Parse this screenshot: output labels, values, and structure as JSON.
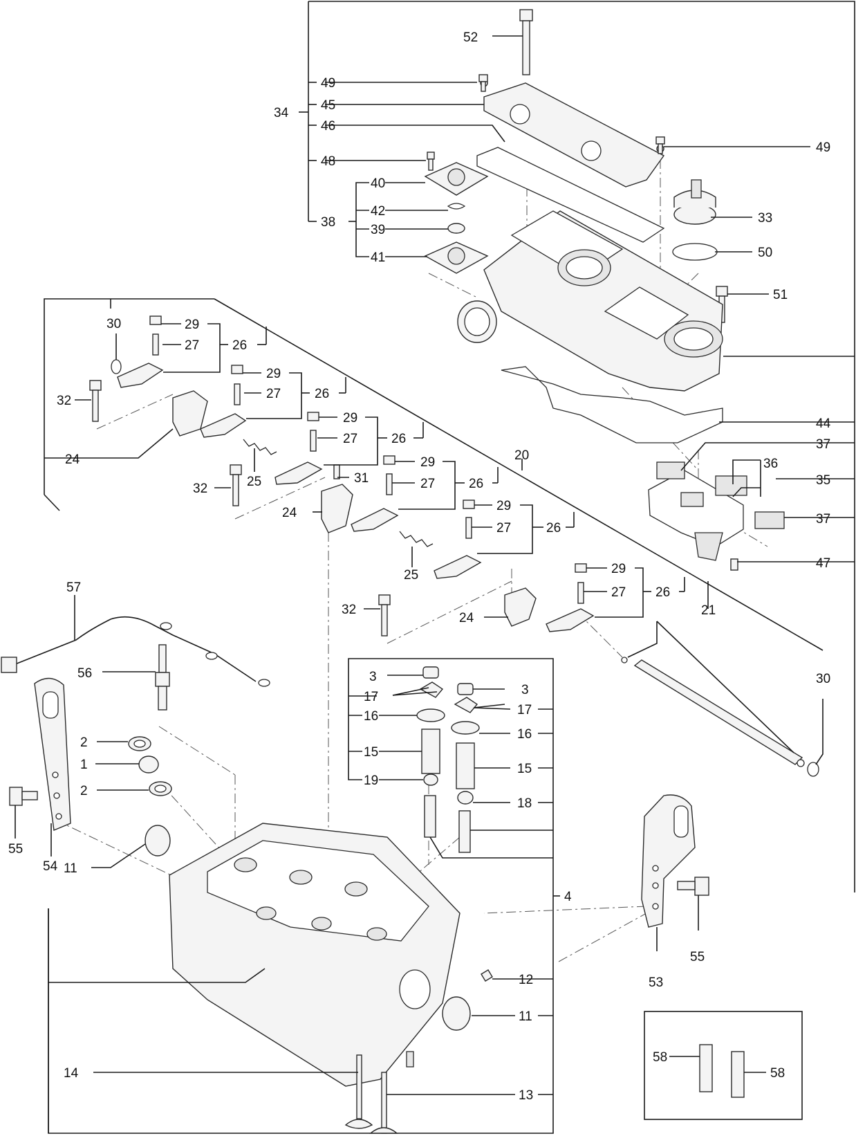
{
  "labels": {
    "l52": "52",
    "l49a": "49",
    "l45": "45",
    "l34": "34",
    "l46": "46",
    "l49b": "49",
    "l48": "48",
    "l40": "40",
    "l42": "42",
    "l38": "38",
    "l39": "39",
    "l41": "41",
    "l33": "33",
    "l50": "50",
    "l51": "51",
    "l30a": "30",
    "l29a": "29",
    "l27a": "27",
    "l26a": "26",
    "l32a": "32",
    "l29b": "29",
    "l27b": "27",
    "l26b": "26",
    "l24a": "24",
    "l29c": "29",
    "l27c": "27",
    "l26c": "26",
    "l31": "31",
    "l20": "20",
    "l32b": "32",
    "l25a": "25",
    "l24b": "24",
    "l29d": "29",
    "l27d": "27",
    "l26d": "26",
    "l29e": "29",
    "l27e": "27",
    "l26e": "26",
    "l25b": "25",
    "l44": "44",
    "l37a": "37",
    "l36": "36",
    "l35": "35",
    "l37b": "37",
    "l47": "47",
    "l57": "57",
    "l32c": "32",
    "l24c": "24",
    "l29f": "29",
    "l27f": "27",
    "l26f": "26",
    "l21": "21",
    "l30b": "30",
    "l56": "56",
    "l3a": "3",
    "l17a": "17",
    "l16a": "16",
    "l15a": "15",
    "l19": "19",
    "l3b": "3",
    "l17b": "17",
    "l16b": "16",
    "l15b": "15",
    "l18": "18",
    "l2a": "2",
    "l1": "1",
    "l2b": "2",
    "l55a": "55",
    "l54": "54",
    "l11a": "11",
    "l4": "4",
    "l53": "53",
    "l55b": "55",
    "l12": "12",
    "l11b": "11",
    "l14": "14",
    "l13": "13",
    "l58a": "58",
    "l58b": "58"
  }
}
